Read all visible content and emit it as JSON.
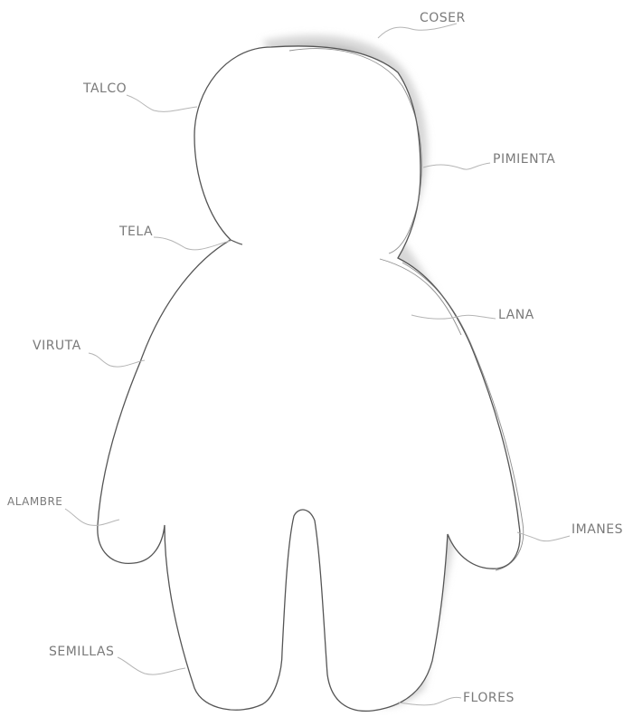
{
  "labels": {
    "coser": "COSER",
    "talco": "TALCO",
    "pimienta": "PIMIENTA",
    "tela": "TELA",
    "lana": "LANA",
    "viruta": "VIRUTA",
    "alambre": "ALAMBRE",
    "imanes": "IMANES",
    "semillas": "SEMILLAS",
    "flores": "FLORES"
  },
  "colors": {
    "label_text": "#7a7a7a",
    "outline": "#555555",
    "cream_fill": "#f3ecd9",
    "grey_fill": "#c8c8c8"
  }
}
